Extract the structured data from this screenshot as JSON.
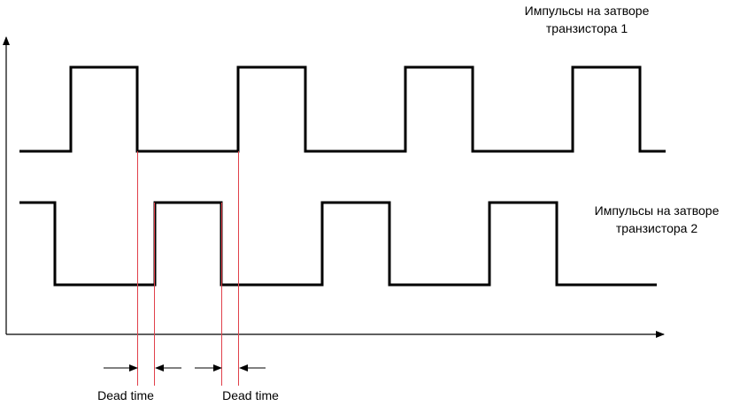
{
  "labels": {
    "signal1_line1": "Импульсы на затворе",
    "signal1_line2": "транзистора 1",
    "signal2_line1": "Импульсы на затворе",
    "signal2_line2": "транзистора 2",
    "dead_time_1": "Dead time",
    "dead_time_2": "Dead time"
  },
  "colors": {
    "signal": "#000000",
    "marker": "#e0404a"
  }
}
